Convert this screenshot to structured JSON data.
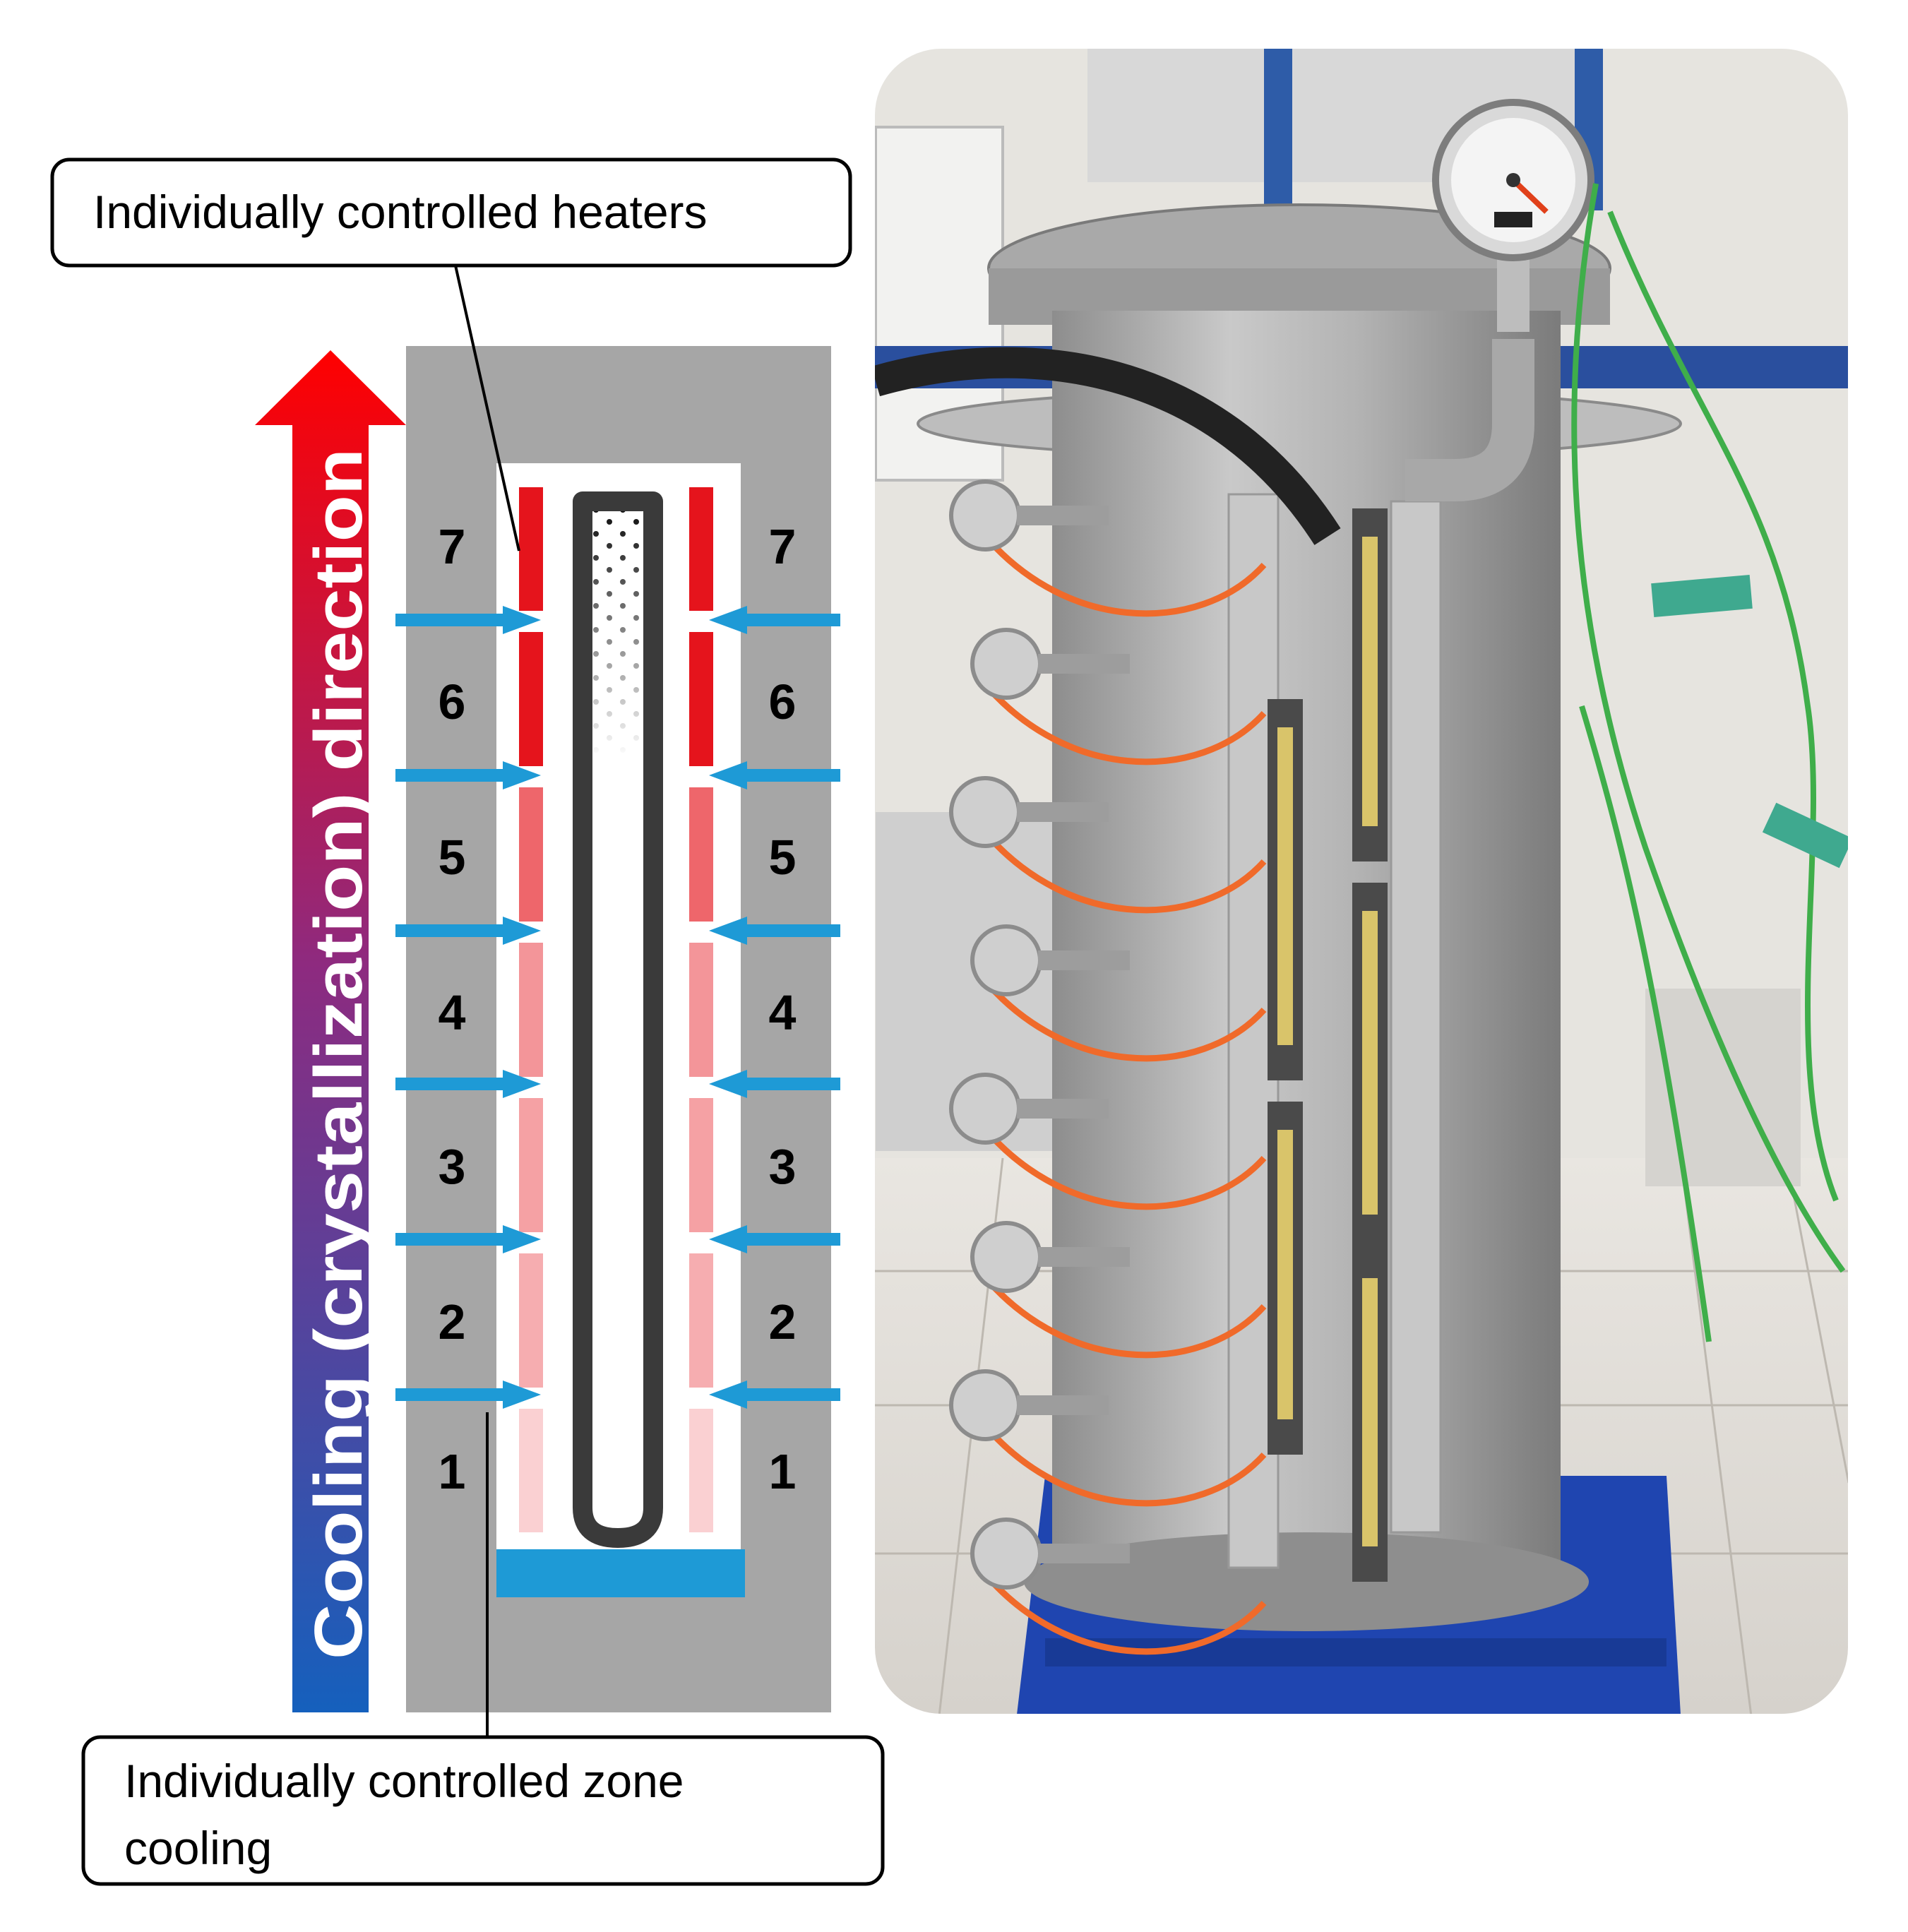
{
  "callouts": {
    "heaters": "Individually controlled heaters",
    "cooling_line1": "Individually controlled zone",
    "cooling_line2": "cooling"
  },
  "direction_arrow": {
    "label": "Cooling (crystallization) direction",
    "gradient_top": "#ff0000",
    "gradient_mid": "#8e2a7f",
    "gradient_bottom": "#1560bd"
  },
  "zones": {
    "labels": [
      "1",
      "2",
      "3",
      "4",
      "5",
      "6",
      "7"
    ],
    "heater_level": [
      0.2,
      0.35,
      0.4,
      0.45,
      0.65,
      1.0,
      1.0
    ],
    "heater_color": "#e5141c",
    "cooling_color": "#1e9ad6",
    "wall_color": "#a6a6a6"
  },
  "photo": {
    "description_icon": "furnace-photo",
    "gauge_icon": "pressure-gauge-icon",
    "flowmeter_icon": "flowmeter-icon"
  }
}
